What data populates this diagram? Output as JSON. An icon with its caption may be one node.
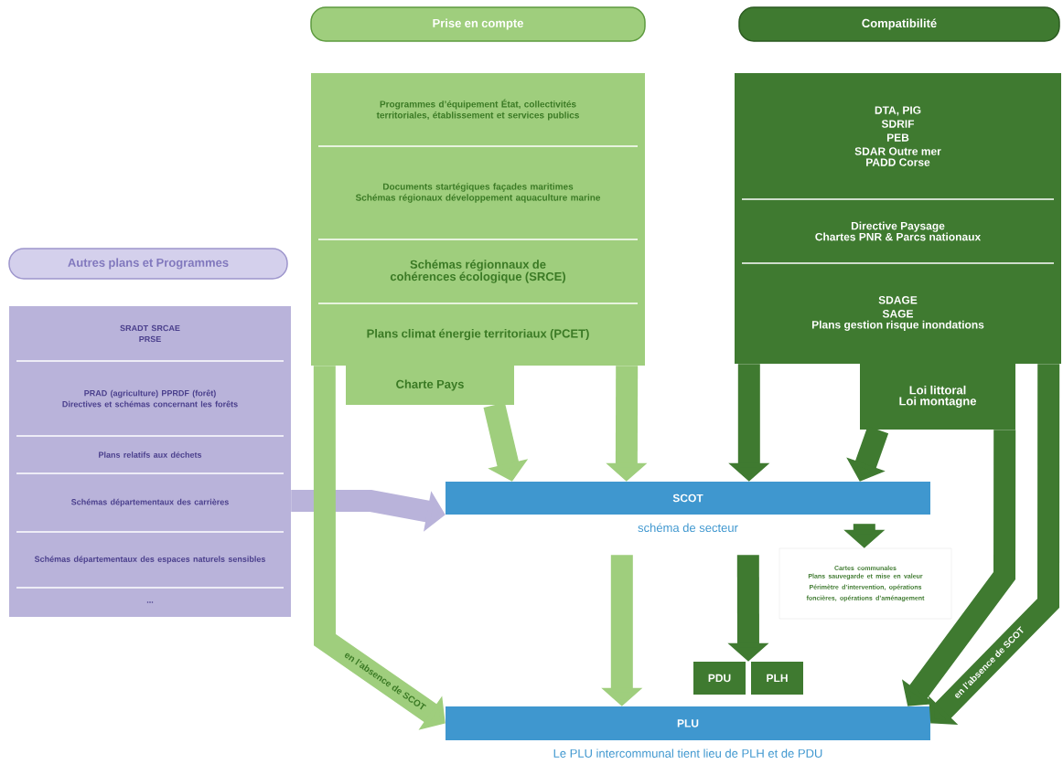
{
  "diagram": {
    "nodes": [
      {
        "text": [
          "Prise en compte"
        ]
      },
      {
        "text": [
          "Compatibilité"
        ]
      },
      {
        "text": [],
        "shape": "box"
      },
      {
        "text": [
          "Programmes d’équipement État, collectivités territoriales, établissement et services publics"
        ],
        "in": 2
      },
      {
        "text": [
          "Documents startégiques façades maritimes",
          "Schémas régionaux développement aquaculture marine"
        ],
        "in": 2
      },
      {
        "text": [
          "Schémas régionnaux de cohérences écologique (SRCE)"
        ],
        "in": 2
      },
      {
        "text": [
          "Plans climat énergie territoriaux (PCET)"
        ],
        "in": 2
      },
      {
        "text": [
          "Charte Pays"
        ]
      },
      {
        "text": [],
        "shape": "box"
      },
      {
        "text": [
          "DTA, PIG",
          "SDRIF",
          "PEB",
          "SDAR Outre mer",
          "PADD Corse"
        ],
        "in": 8
      },
      {
        "text": [
          "Directive Paysage",
          "Chartes PNR & Parcs nationaux"
        ],
        "in": 8
      },
      {
        "text": [
          "SDAGE",
          "SAGE",
          "Plans gestion risque inondations"
        ],
        "in": 8
      },
      {
        "text": [
          "Loi littoral",
          "Loi montagne"
        ]
      },
      {
        "text": [
          "Autres plans et Programmes"
        ]
      },
      {
        "text": [],
        "shape": "box"
      },
      {
        "text": [
          "SRADT SRCAE",
          "PRSE"
        ],
        "in": 14
      },
      {
        "text": [
          "PRAD (agriculture) PPRDF (forêt)",
          "Directives et schémas concernant les forêts"
        ],
        "in": 14
      },
      {
        "text": [
          "Plans relatifs aux déchets"
        ],
        "in": 14
      },
      {
        "text": [
          "Schémas départementaux des carrières"
        ],
        "in": 14
      },
      {
        "text": [
          "Schémas départementaux des espaces naturels sensibles"
        ],
        "in": 14
      },
      {
        "text": [
          "..."
        ],
        "in": 14
      },
      {
        "text": [
          "SCOT"
        ],
        "beside": [
          "schéma de secteur"
        ]
      },
      {
        "text": [
          "Cartes communales",
          "Plans sauvegarde et mise en valeur",
          "Périmètre d’intervention, opérations foncières, opérations d’aménagement"
        ]
      },
      {
        "text": [
          "PDU"
        ]
      },
      {
        "text": [
          "PLH"
        ]
      },
      {
        "text": [
          "PLU"
        ],
        "beside": [
          "Le PLU intercommunal tient lieu de PLH et de PDU"
        ]
      }
    ],
    "edges": [
      {
        "from": 2,
        "to": 21,
        "arrow": "to",
        "color": "#9fce7d"
      },
      {
        "from": 7,
        "to": 21,
        "arrow": "to",
        "color": "#9fce7d"
      },
      {
        "from": 8,
        "to": 21,
        "arrow": "to"
      },
      {
        "from": 12,
        "to": 21,
        "arrow": "to"
      },
      {
        "from": 14,
        "to": 21,
        "arrow": "to",
        "color": "#b9b3da"
      },
      {
        "from": 2,
        "to": 25,
        "arrow": "to",
        "color": "#9fce7d",
        "label": "en l’absence de SCOT"
      },
      {
        "from": 21,
        "to": 25,
        "arrow": "to",
        "color": "#9fce7d"
      },
      {
        "from": 21,
        "to": 23,
        "arrow": "to"
      },
      {
        "from": 21,
        "to": 24,
        "arrow": "to"
      },
      {
        "from": 21,
        "to": 22,
        "arrow": "to"
      },
      {
        "from": 12,
        "to": 25,
        "arrow": "to"
      },
      {
        "from": 8,
        "to": 25,
        "arrow": "to",
        "label": "en l’absence de SCOT"
      }
    ]
  }
}
